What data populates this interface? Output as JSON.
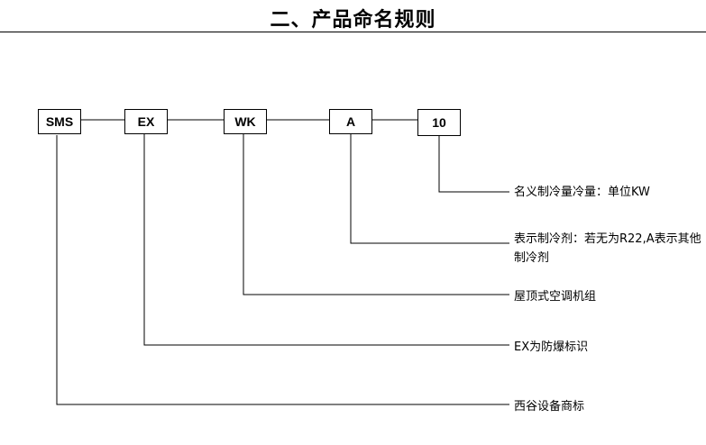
{
  "heading": {
    "title": "二、产品命名规则"
  },
  "codes": {
    "brand": "SMS",
    "explosion_proof": "EX",
    "type": "WK",
    "refrigerant": "A",
    "capacity": "10"
  },
  "descriptions": {
    "capacity": "名义制冷量冷量：单位KW",
    "refrigerant_line1": "表示制冷剂：若无为R22,A表示其他",
    "refrigerant_line2": "制冷剂",
    "type": "屋顶式空调机组",
    "explosion_proof": "EX为防爆标识",
    "brand": "西谷设备商标"
  }
}
